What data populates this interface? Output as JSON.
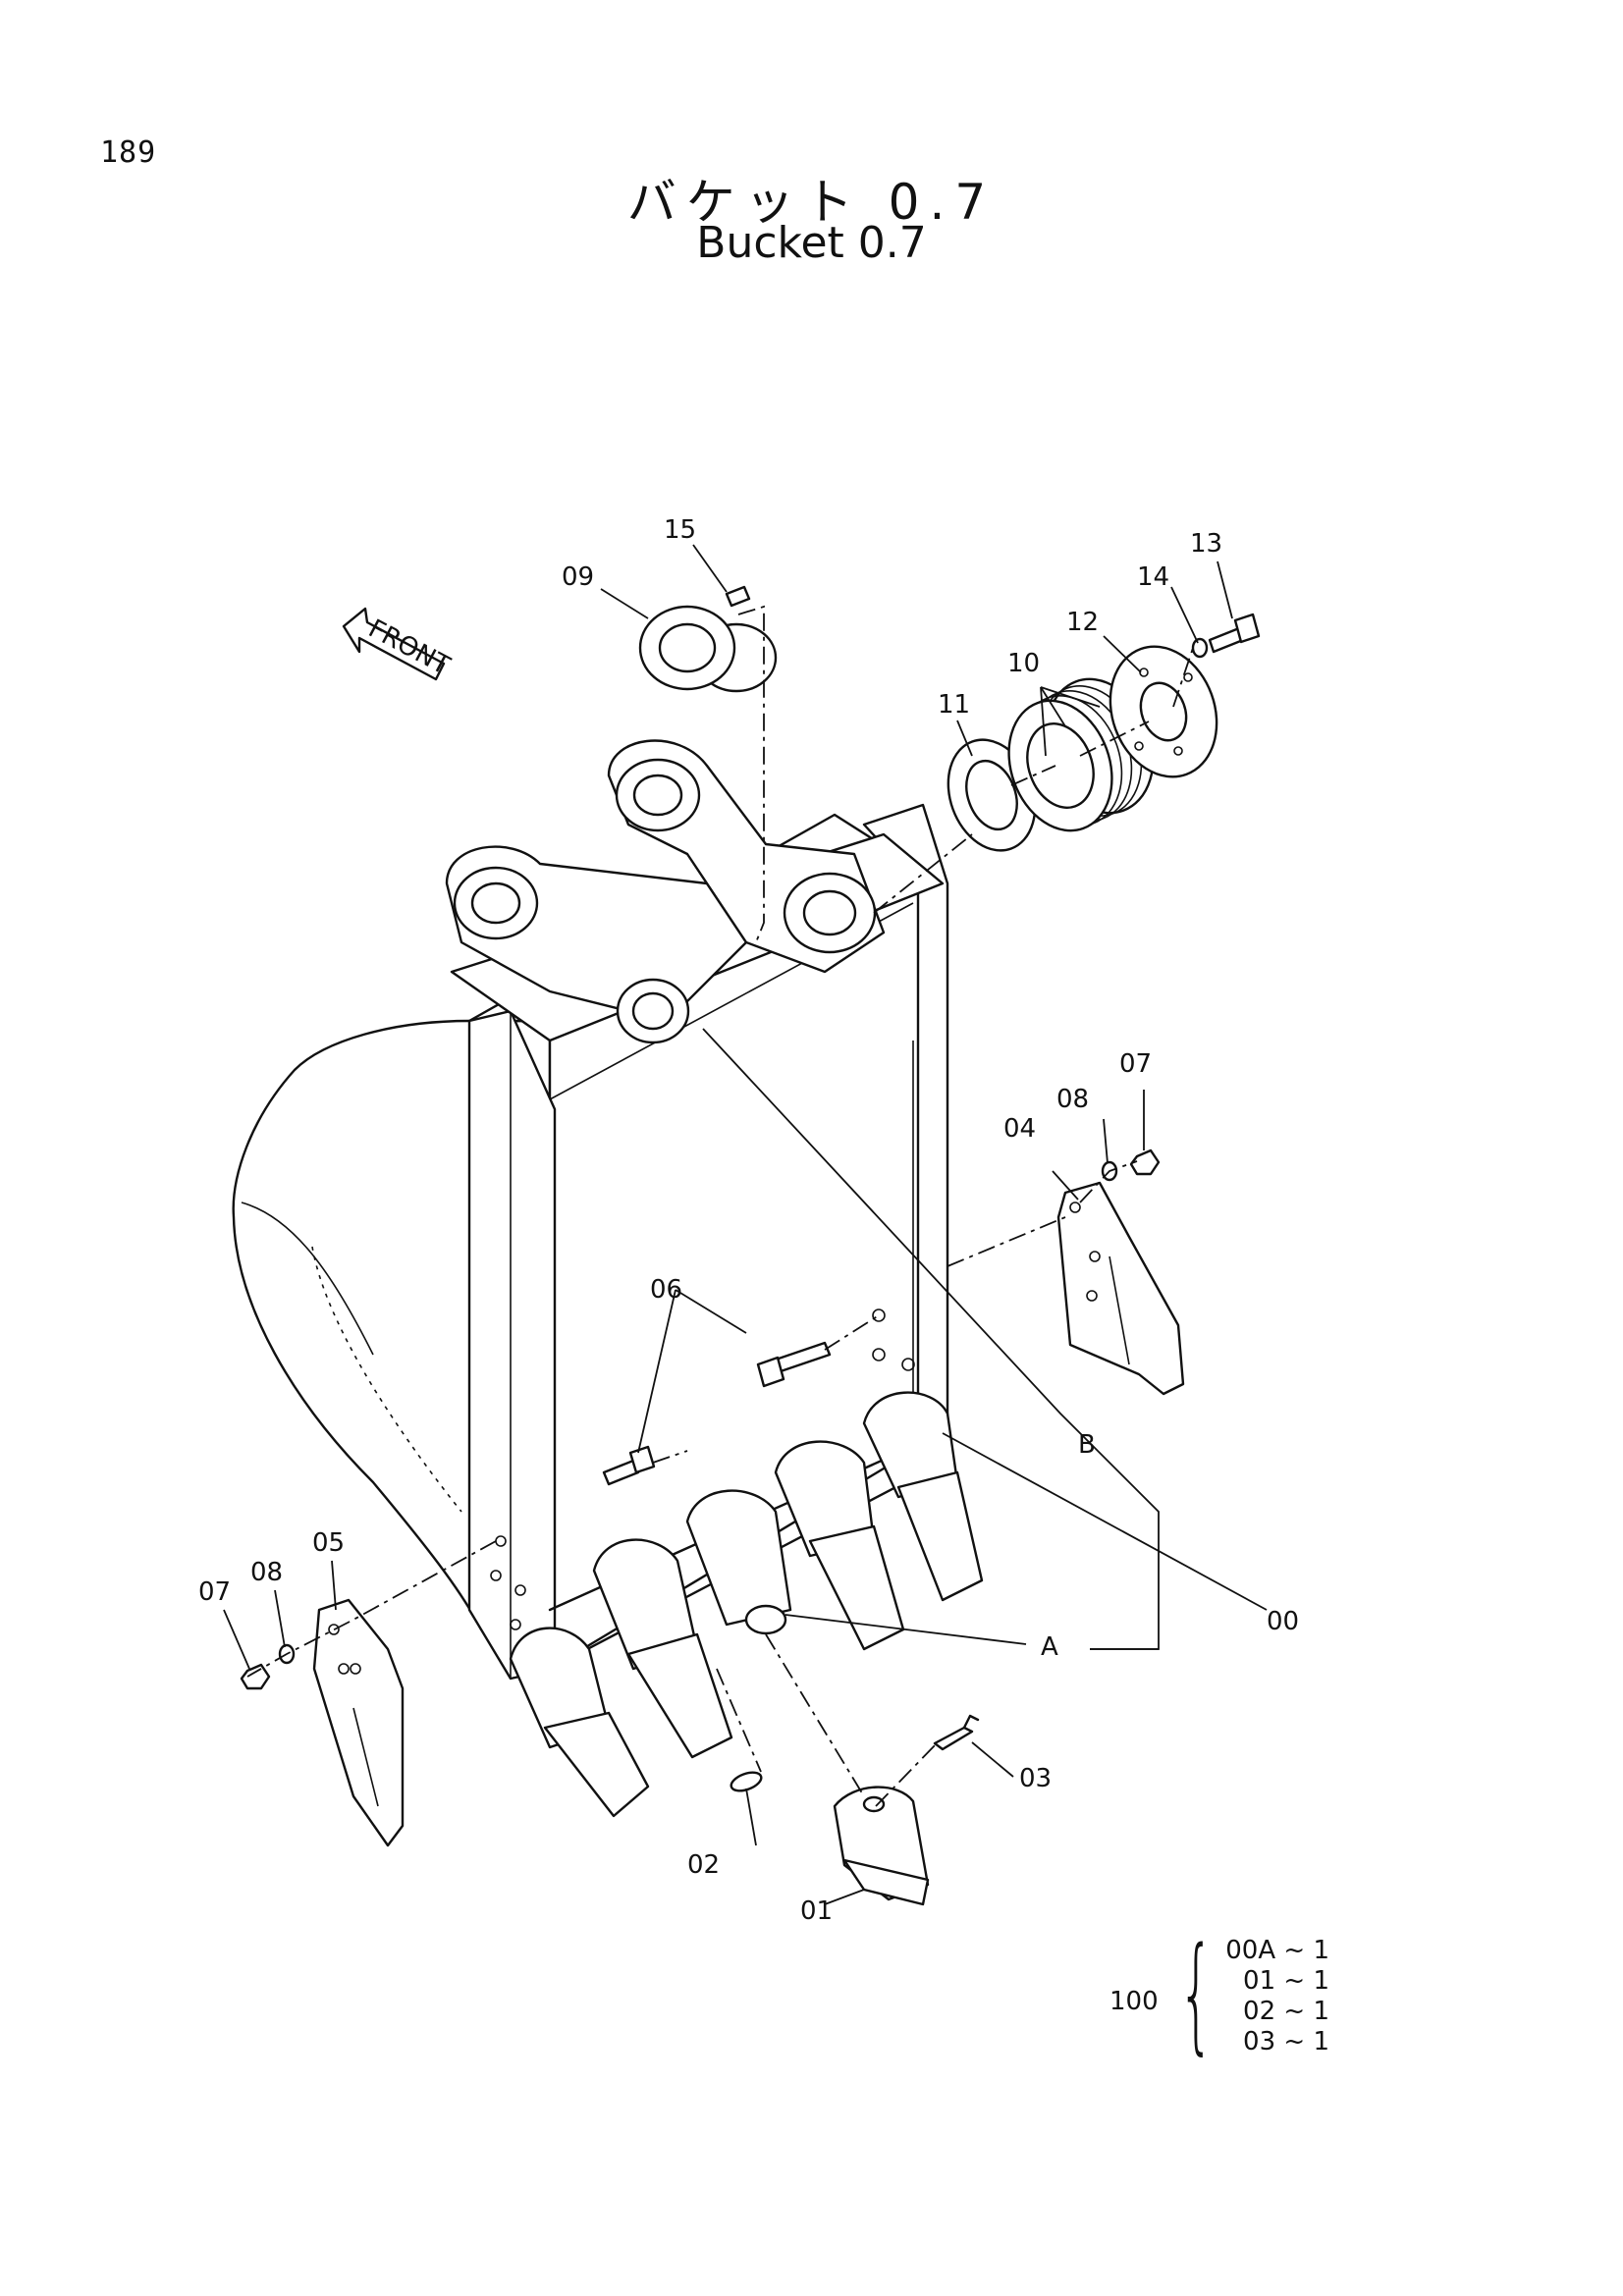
{
  "page_number": "189",
  "title_jp": "バケット 0.7",
  "title_en": "Bucket 0.7",
  "front_label": "FRONT",
  "callouts": {
    "c00": "00",
    "c01": "01",
    "c02": "02",
    "c03": "03",
    "c04": "04",
    "c05": "05",
    "c06": "06",
    "c07a": "07",
    "c07b": "07",
    "c08a": "08",
    "c08b": "08",
    "c09": "09",
    "c10": "10",
    "c11": "11",
    "c12": "12",
    "c13": "13",
    "c14": "14",
    "c15": "15",
    "cA": "A",
    "cB": "B"
  },
  "quantity_table": {
    "set_number": "100",
    "rows": [
      "00A ~ 1",
      "01 ~ 1",
      "02 ~ 1",
      "03 ~ 1"
    ]
  }
}
